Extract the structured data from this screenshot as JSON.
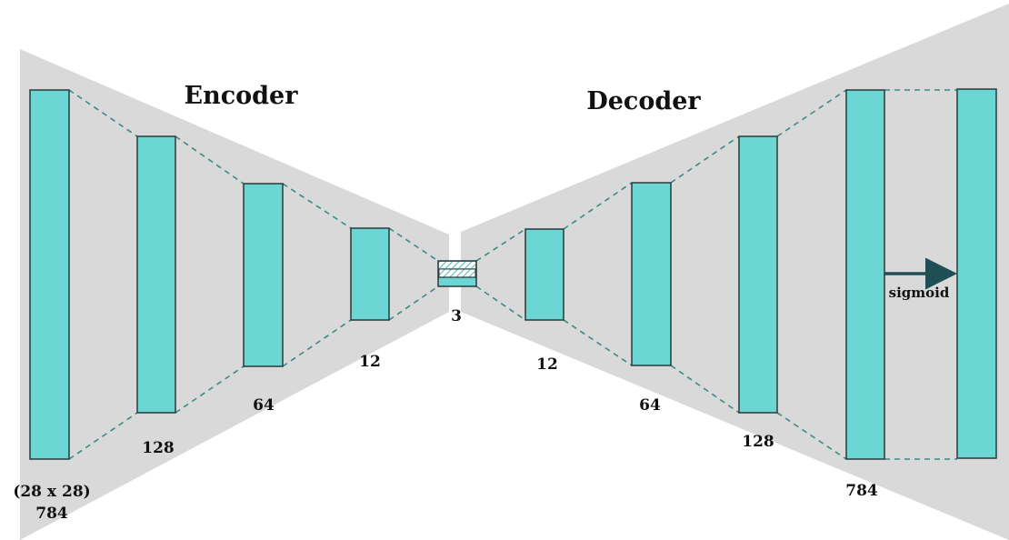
{
  "diagram": {
    "encoder_title": "Encoder",
    "decoder_title": "Decoder",
    "colors": {
      "layer_fill": "#6bd6d3",
      "layer_stroke": "#2b3a3a",
      "background_shape": "#d9d9d9",
      "connector": "#3a8a86",
      "arrow": "#1f4f55"
    },
    "encoder_layers": [
      {
        "size": "784",
        "extra": "(28 x 28)"
      },
      {
        "size": "128"
      },
      {
        "size": "64"
      },
      {
        "size": "12"
      }
    ],
    "bottleneck": {
      "size": "3"
    },
    "decoder_layers": [
      {
        "size": "12"
      },
      {
        "size": "64"
      },
      {
        "size": "128"
      },
      {
        "size": "784"
      }
    ],
    "activation": {
      "label": "sigmoid"
    }
  }
}
